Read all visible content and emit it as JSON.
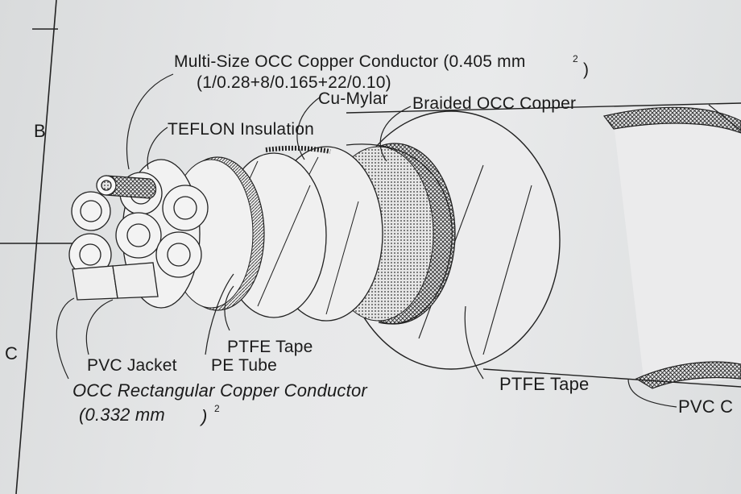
{
  "grid": {
    "row_b": "B",
    "row_c": "C"
  },
  "labels": {
    "conductor": "Multi-Size OCC Copper Conductor (0.405 mm",
    "conductor_sup": "2",
    "conductor_close": ")",
    "conductor_spec": "(1/0.28+8/0.165+22/0.10)",
    "cu_mylar": "Cu-Mylar",
    "braided": "Braided OCC Copper",
    "teflon": "TEFLON Insulation",
    "ptfe_tape_1": "PTFE Tape",
    "pvc_jacket": "PVC Jacket",
    "pe_tube": "PE Tube",
    "occ_rect": "OCC Rectangular Copper Conductor",
    "occ_rect_size": "(0.332 mm",
    "occ_rect_close": ")",
    "occ_rect_sup": "2",
    "ptfe_tape_2": "PTFE Tape",
    "pvc_outer": "PVC C"
  },
  "colors": {
    "ink": "#1b1b1b",
    "paper": "#e8e9ea",
    "hatch": "#3a3a3a"
  }
}
